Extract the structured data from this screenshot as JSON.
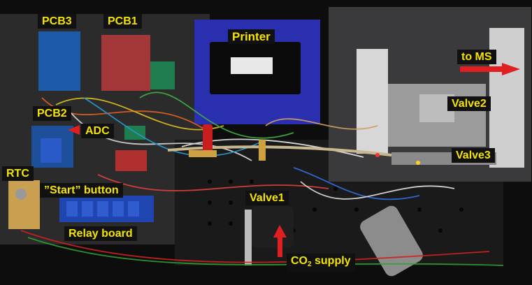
{
  "labels": {
    "pcb3": "PCB3",
    "pcb1": "PCB1",
    "pcb2": "PCB2",
    "adc": "ADC",
    "rtc": "RTC",
    "start_button": "”Start” button",
    "relay_board": "Relay board",
    "printer": "Printer",
    "to_ms": "to MS",
    "valve2": "Valve2",
    "valve3": "Valve3",
    "valve1": "Valve1",
    "co2_prefix": "CO",
    "co2_sub": "2",
    "co2_suffix": " supply"
  },
  "colors": {
    "label_text": "#f4e400",
    "label_bg": "#111111",
    "arrow_red": "#e02020",
    "printer_blue": "#2a2fb0"
  }
}
